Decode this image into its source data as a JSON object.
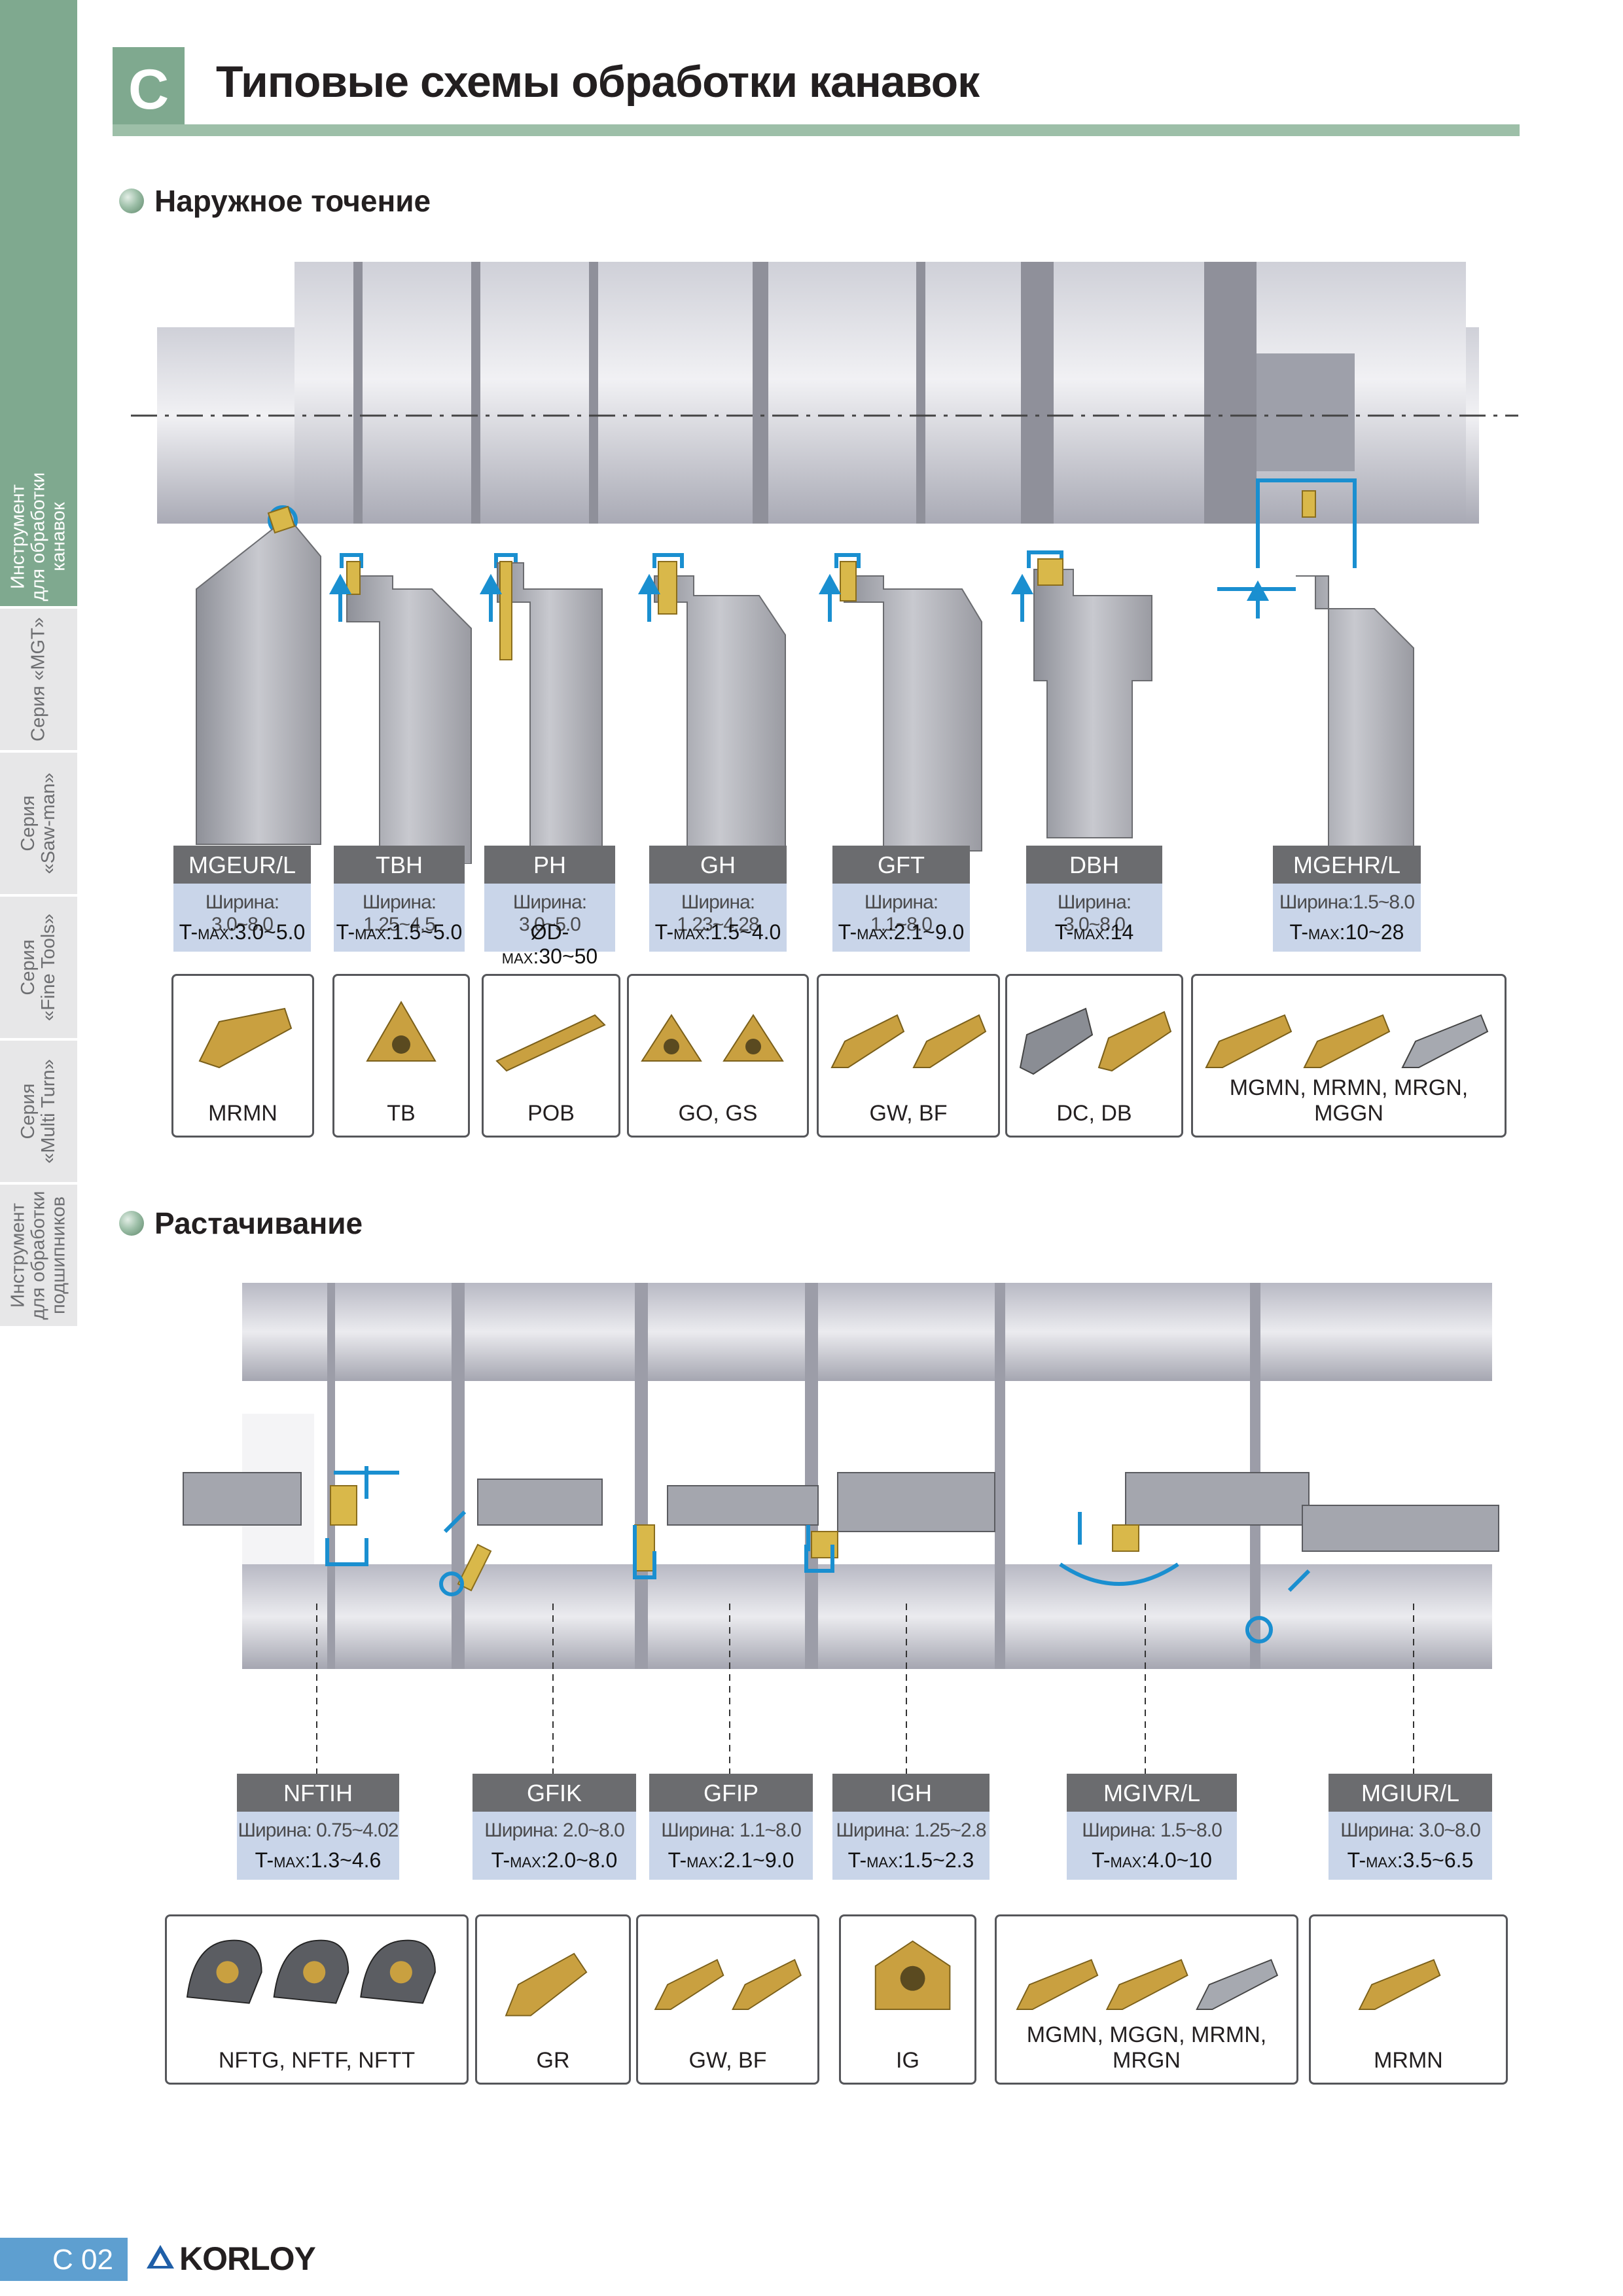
{
  "header": {
    "letter": "C",
    "title": "Типовые схемы обработки канавок"
  },
  "sidebar": {
    "tabs": [
      {
        "label": "Инструмент\nдля обработки\nканавок",
        "active": true
      },
      {
        "label": "Серия «MGT»",
        "active": false
      },
      {
        "label": "Серия\n«Saw-man»",
        "active": false
      },
      {
        "label": "Серия\n«Fine Tools»",
        "active": false
      },
      {
        "label": "Серия\n«Multi Turn»",
        "active": false
      },
      {
        "label": "Инструмент\nдля обработки\nподшипников",
        "active": false
      }
    ]
  },
  "sections": {
    "external": "Наружное точение",
    "boring": "Растачивание"
  },
  "external": {
    "specs": [
      {
        "name": "MGEUR/L",
        "width": "Ширина: 3.0~8.0",
        "tmax_prefix": "T-",
        "tmax_small": "MAX",
        "tmax_value": ":3.0~5.0"
      },
      {
        "name": "TBH",
        "width": "Ширина: 1.25~4.5",
        "tmax_prefix": "T-",
        "tmax_small": "MAX",
        "tmax_value": ":1.5~5.0"
      },
      {
        "name": "PH",
        "width": "Ширина: 3.0~5.0",
        "tmax_prefix": "ØD-",
        "tmax_small": "MAX",
        "tmax_value": ":30~50"
      },
      {
        "name": "GH",
        "width": "Ширина: 1.23~4.28",
        "tmax_prefix": "T-",
        "tmax_small": "MAX",
        "tmax_value": ":1.5~4.0"
      },
      {
        "name": "GFT",
        "width": "Ширина: 1.1~8.0",
        "tmax_prefix": "T-",
        "tmax_small": "MAX",
        "tmax_value": ":2.1~9.0"
      },
      {
        "name": "DBH",
        "width": "Ширина: 3.0~8.0",
        "tmax_prefix": "T-",
        "tmax_small": "MAX",
        "tmax_value": ":14"
      },
      {
        "name": "MGEHR/L",
        "width": "Ширина:1.5~8.0",
        "tmax_prefix": "T-",
        "tmax_small": "MAX",
        "tmax_value": ":10~28"
      }
    ],
    "inserts": [
      "MRMN",
      "TB",
      "POB",
      "GO, GS",
      "GW, BF",
      "DC, DB",
      "MGMN, MRMN, MRGN, MGGN"
    ]
  },
  "boring": {
    "specs": [
      {
        "name": "NFTIH",
        "width": "Ширина: 0.75~4.02",
        "tmax_prefix": "T-",
        "tmax_small": "MAX",
        "tmax_value": ":1.3~4.6"
      },
      {
        "name": "GFIK",
        "width": "Ширина: 2.0~8.0",
        "tmax_prefix": "T-",
        "tmax_small": "MAX",
        "tmax_value": ":2.0~8.0"
      },
      {
        "name": "GFIP",
        "width": "Ширина: 1.1~8.0",
        "tmax_prefix": "T-",
        "tmax_small": "MAX",
        "tmax_value": ":2.1~9.0"
      },
      {
        "name": "IGH",
        "width": "Ширина: 1.25~2.8",
        "tmax_prefix": "T-",
        "tmax_small": "MAX",
        "tmax_value": ":1.5~2.3"
      },
      {
        "name": "MGIVR/L",
        "width": "Ширина: 1.5~8.0",
        "tmax_prefix": "T-",
        "tmax_small": "MAX",
        "tmax_value": ":4.0~10"
      },
      {
        "name": "MGIUR/L",
        "width": "Ширина: 3.0~8.0",
        "tmax_prefix": "T-",
        "tmax_small": "MAX",
        "tmax_value": ":3.5~6.5"
      }
    ],
    "inserts": [
      "NFTG, NFTF, NFTT",
      "GR",
      "GW, BF",
      "IG",
      "MGMN, MGGN, MRMN, MRGN",
      "MRMN"
    ]
  },
  "footer": {
    "page": "C 02",
    "brand": "KORLOY"
  },
  "colors": {
    "accent": "#7fa98f",
    "spec_head": "#6b6c6f",
    "spec_body": "#c9d5e9",
    "insert_gold": "#c9a040",
    "page_tab": "#5e9fd0",
    "highlight": "#1a8fd0"
  }
}
